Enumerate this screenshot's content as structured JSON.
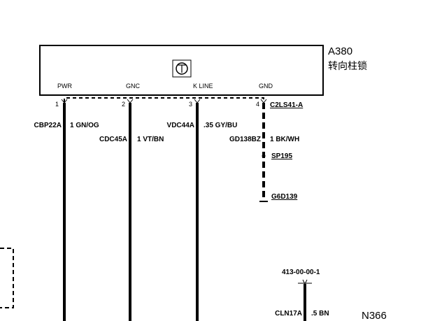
{
  "module": {
    "code": "A380",
    "name": "转向柱锁"
  },
  "pins": [
    {
      "label": "PWR",
      "number": "1"
    },
    {
      "label": "GNC",
      "number": "2"
    },
    {
      "label": "K LINE",
      "number": "3"
    },
    {
      "label": "GND",
      "number": "4"
    }
  ],
  "connector": "C2LS41-A",
  "wires": [
    {
      "circuit": "CBP22A",
      "spec": "1 GN/OG"
    },
    {
      "circuit": "CDC45A",
      "spec": "1 VT/BN"
    },
    {
      "circuit": "VDC44A",
      "spec": ".35 GY/BU"
    },
    {
      "circuit": "GD138BZ",
      "spec": "1 BK/WH"
    }
  ],
  "splice": "SP195",
  "ground": "G6D139",
  "reference": "413-00-00-1",
  "lower_wire": {
    "circuit": "CLN17A",
    "spec": ".5 BN"
  },
  "page_ref": "N366"
}
